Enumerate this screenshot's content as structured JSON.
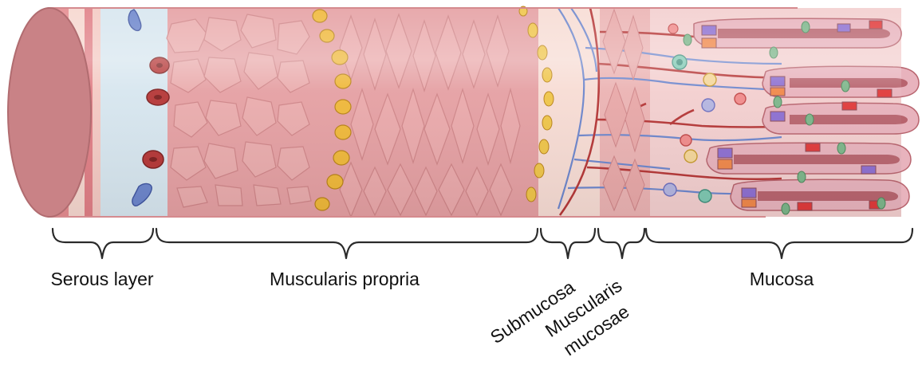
{
  "labels": {
    "serous": "Serous layer",
    "muscularis_propria": "Muscularis propria",
    "submucosa": "Submucosa",
    "muscularis_mucosae_line1": "Muscularis",
    "muscularis_mucosae_line2": "mucosae",
    "mucosa": "Mucosa"
  },
  "colors": {
    "end_cap": "#c98286",
    "serosa_band": "#e07f86",
    "serosa_pale": "#f6d7cf",
    "serous_fluid": "#d8e6ee",
    "muscle_fill": "#e7a4a6",
    "muscle_cell": "#e9a9aa",
    "muscle_outline": "#c97c80",
    "fat_cell": "#efb83a",
    "vein": "#6d86cc",
    "artery": "#b53737",
    "mucosa_bg": "#f1c5c5",
    "villus_core": "#b8646e",
    "enterocyte": "#e8b3bd",
    "crypt_purple": "#8d6fd1",
    "crypt_orange": "#f0884a",
    "crypt_red": "#e03a3a",
    "goblet": "#7db58a"
  }
}
